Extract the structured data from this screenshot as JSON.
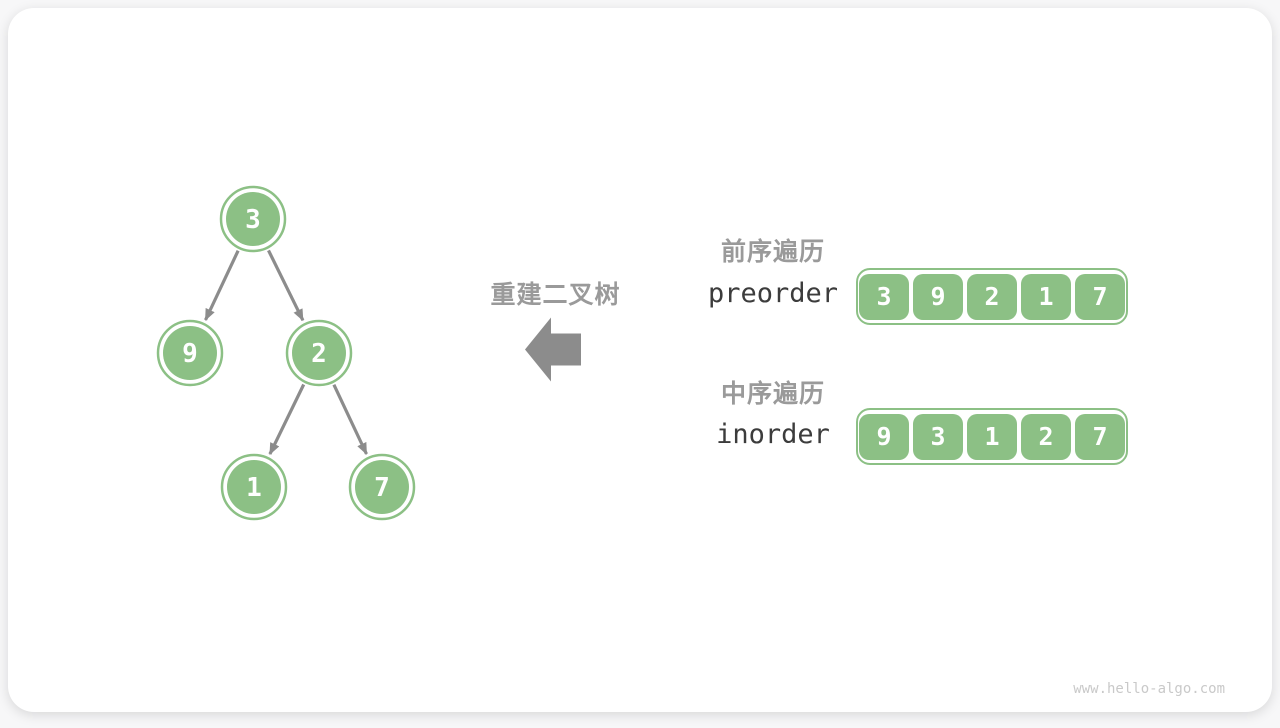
{
  "figure": {
    "action_label": "重建二叉树",
    "watermark": "www.hello-algo.com"
  },
  "tree": {
    "nodes": {
      "root": "3",
      "root_left": "9",
      "root_right": "2",
      "right_left": "1",
      "right_right": "7"
    },
    "edges": [
      {
        "from": "3",
        "to": "9"
      },
      {
        "from": "3",
        "to": "2"
      },
      {
        "from": "2",
        "to": "1"
      },
      {
        "from": "2",
        "to": "7"
      }
    ]
  },
  "traversals": {
    "preorder": {
      "title": "前序遍历",
      "name": "preorder",
      "values": [
        "3",
        "9",
        "2",
        "1",
        "7"
      ]
    },
    "inorder": {
      "title": "中序遍历",
      "name": "inorder",
      "values": [
        "9",
        "3",
        "1",
        "2",
        "7"
      ]
    }
  },
  "colors": {
    "node_green": "#8cc085",
    "connector_gray": "#8c8c8c",
    "label_gray": "#9a9a9a",
    "code_text": "#3c3c3c",
    "watermark_gray": "#c9c9c9",
    "card_bg": "#ffffff"
  }
}
